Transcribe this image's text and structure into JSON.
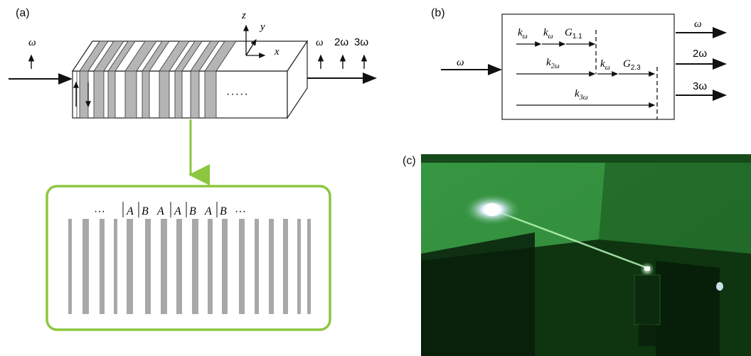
{
  "panel_a": {
    "label": "(a)",
    "input_freq": "ω",
    "axes": {
      "z": "z",
      "y": "y",
      "x": "x"
    },
    "output_labels": [
      "ω",
      "2ω",
      "3ω"
    ],
    "dots": "·····",
    "inset": {
      "left_dots": "···",
      "right_dots": "···",
      "layers": [
        "A",
        "B",
        "A",
        "A",
        "B",
        "A",
        "B"
      ]
    },
    "colors": {
      "arrow_green": "#8dc63f",
      "block_grey": "#b5b5b5"
    }
  },
  "panel_b": {
    "label": "(b)",
    "input": "ω",
    "outputs": [
      "ω",
      "2ω",
      "3ω"
    ],
    "row1": {
      "k1": "k",
      "k1_sub": "ω",
      "k2": "k",
      "k2_sub": "ω",
      "g": "G",
      "g_sub": "1.1"
    },
    "row2": {
      "k": "k",
      "k_sub": "2ω",
      "k2": "k",
      "k2_sub": "ω",
      "g": "G",
      "g_sub": "2.3"
    },
    "row3": {
      "k": "k",
      "k_sub": "3ω"
    }
  },
  "panel_c": {
    "label": "(c)",
    "colors": {
      "bg_dark": "#0d2a0d",
      "green": "#2f8a2f",
      "beam": "#9cf09c",
      "spot": "#e8f4ff"
    }
  }
}
